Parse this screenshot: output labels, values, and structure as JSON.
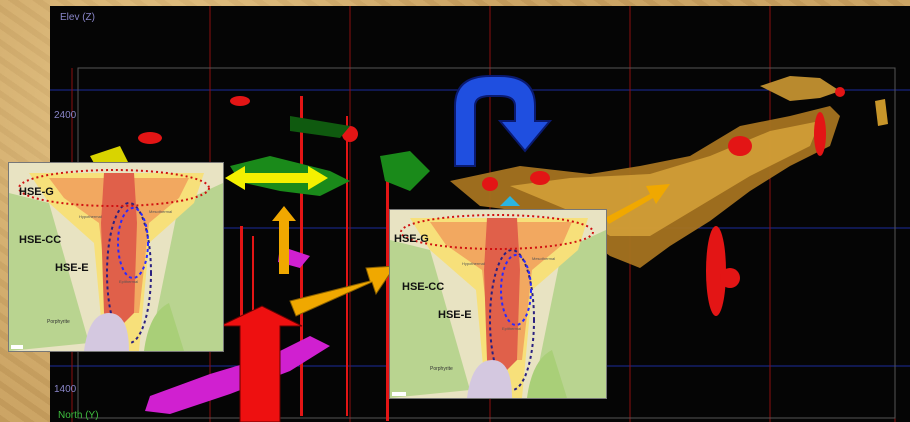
{
  "viewer": {
    "axis_top_label": "Elev (Z)",
    "axis_bottom_label": "North (Y)",
    "elev_ticks": [
      "2400",
      "1400"
    ]
  },
  "insets": [
    {
      "zones": [
        "HSE-G",
        "HSE-CC",
        "HSE-E"
      ],
      "rock_label": "Porphyrite",
      "small_labels": [
        "Hypothermal",
        "Mesothermal",
        "Epithermal"
      ]
    },
    {
      "zones": [
        "HSE-G",
        "HSE-CC",
        "HSE-E"
      ],
      "rock_label": "Porphyrite",
      "small_labels": [
        "Hypothermal",
        "Mesothermal",
        "Epithermal"
      ]
    }
  ],
  "colors": {
    "grid_red": "#8b1010",
    "grid_blue": "#1c2a9a",
    "ore_red": "#e31515",
    "ore_gold": "#c8962a",
    "arrow_yellow": "#f4f000",
    "arrow_orange": "#f0a800",
    "arrow_blue": "#1f4fe0",
    "arrow_red": "#ee1010",
    "magenta_body": "#d020d0",
    "green_body": "#1a8a1a"
  }
}
